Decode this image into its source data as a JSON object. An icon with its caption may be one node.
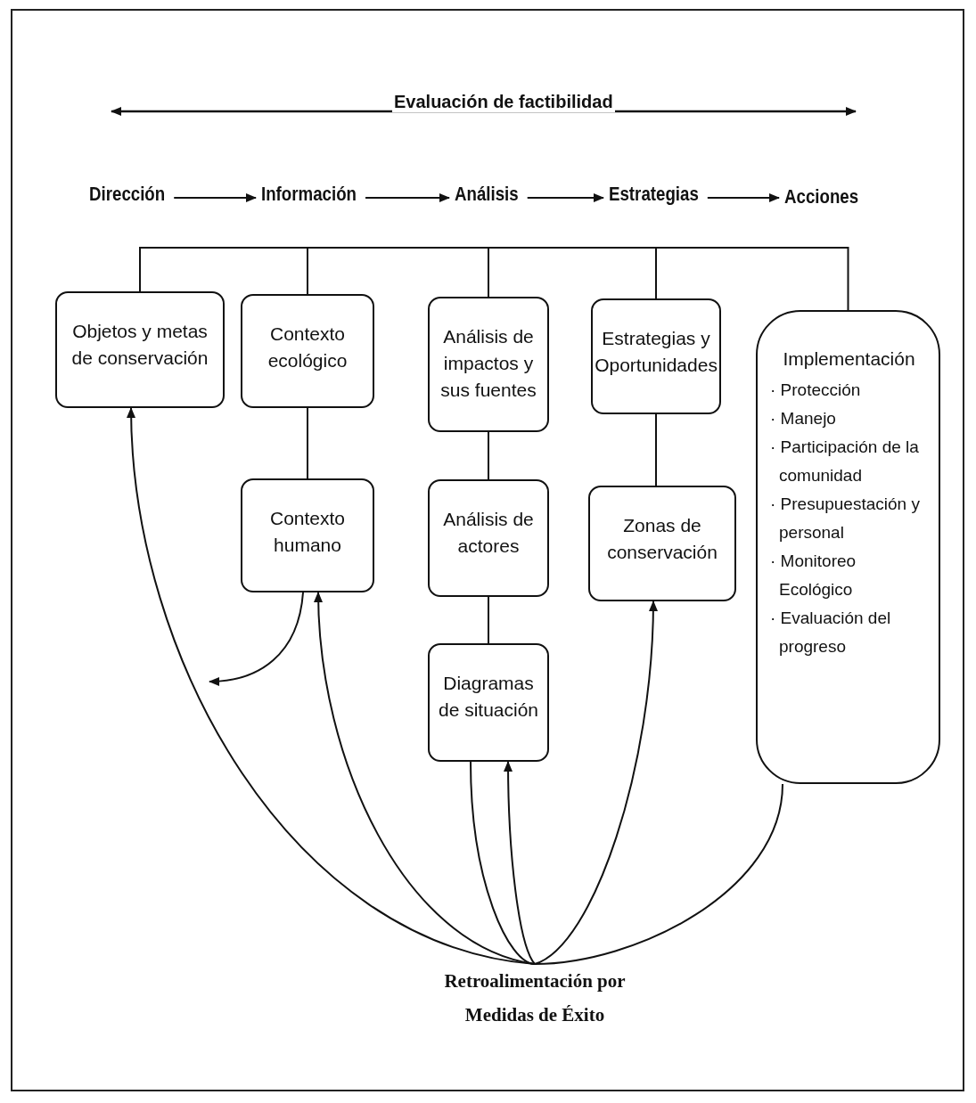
{
  "diagram": {
    "nodes": [
      {
        "text": [
          "Dirección"
        ]
      },
      {
        "text": [
          "Información"
        ]
      },
      {
        "text": [
          "Análisis"
        ]
      },
      {
        "text": [
          "Estrategias"
        ]
      },
      {
        "text": [
          "Acciones"
        ]
      },
      {
        "text": [
          "Objetos y metas de conservación"
        ]
      },
      {
        "text": [
          "Contexto ecológico"
        ]
      },
      {
        "text": [
          "Contexto humano"
        ]
      },
      {
        "text": [
          "Análisis de impactos y sus fuentes"
        ]
      },
      {
        "text": [
          "Análisis de actores"
        ]
      },
      {
        "text": [
          "Diagramas de situación"
        ]
      },
      {
        "text": [
          "Estrategias y Oportunidades"
        ]
      },
      {
        "text": [
          "Zonas de conservación"
        ]
      },
      {
        "text": [
          "Implementación",
          "· Protección",
          "· Manejo",
          "· Participación de la comunidad",
          "· Presupuestación y personal",
          "· Monitoreo Ecológico",
          "· Evaluación del progreso"
        ]
      },
      {
        "text": [
          "Retroalimentación por Medidas de Éxito"
        ]
      }
    ],
    "edges": [
      {
        "from": 0,
        "to": 1,
        "arrow": "to"
      },
      {
        "from": 1,
        "to": 2,
        "arrow": "to"
      },
      {
        "from": 2,
        "to": 3,
        "arrow": "to"
      },
      {
        "from": 3,
        "to": 4,
        "arrow": "to"
      },
      {
        "from": 5,
        "to": 6,
        "arrow": "none"
      },
      {
        "from": 6,
        "to": 8,
        "arrow": "none"
      },
      {
        "from": 8,
        "to": 11,
        "arrow": "none"
      },
      {
        "from": 11,
        "to": 13,
        "arrow": "none"
      },
      {
        "from": 6,
        "to": 7,
        "arrow": "none"
      },
      {
        "from": 8,
        "to": 9,
        "arrow": "none"
      },
      {
        "from": 9,
        "to": 10,
        "arrow": "none"
      },
      {
        "from": 11,
        "to": 12,
        "arrow": "none"
      },
      {
        "from": 10,
        "to": 14,
        "arrow": "none"
      },
      {
        "from": 13,
        "to": 14,
        "arrow": "none"
      },
      {
        "from": 14,
        "to": 5,
        "arrow": "to"
      },
      {
        "from": 14,
        "to": 7,
        "arrow": "to"
      },
      {
        "from": 14,
        "to": 10,
        "arrow": "to"
      },
      {
        "from": 14,
        "to": 12,
        "arrow": "to"
      },
      {
        "from": 7,
        "to": null,
        "arrow": "to"
      }
    ],
    "labels": [
      "Evaluación de factibilidad"
    ]
  }
}
